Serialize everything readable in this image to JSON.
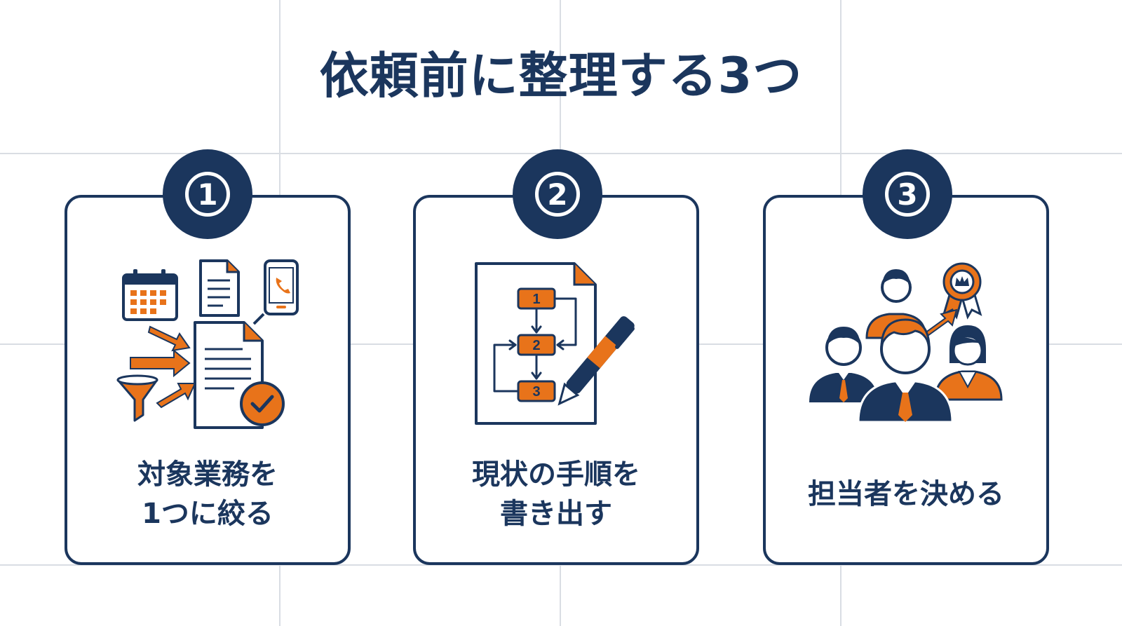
{
  "title": "依頼前に整理する3つ",
  "colors": {
    "navy": "#1b365d",
    "orange": "#e8731a",
    "grid": "#d9dde3"
  },
  "steps": [
    {
      "number": "1",
      "label_line1": "対象業務を",
      "label_line2": "1つに絞る",
      "icon": "calendar-document-phone-funnel-checklist-icon"
    },
    {
      "number": "2",
      "label_line1": "現状の手順を",
      "label_line2": "書き出す",
      "icon": "flowchart-document-pen-icon",
      "flow_steps": [
        "1",
        "2",
        "3"
      ]
    },
    {
      "number": "3",
      "label_line1": "担当者を決める",
      "label_line2": "",
      "icon": "team-people-award-icon"
    }
  ]
}
